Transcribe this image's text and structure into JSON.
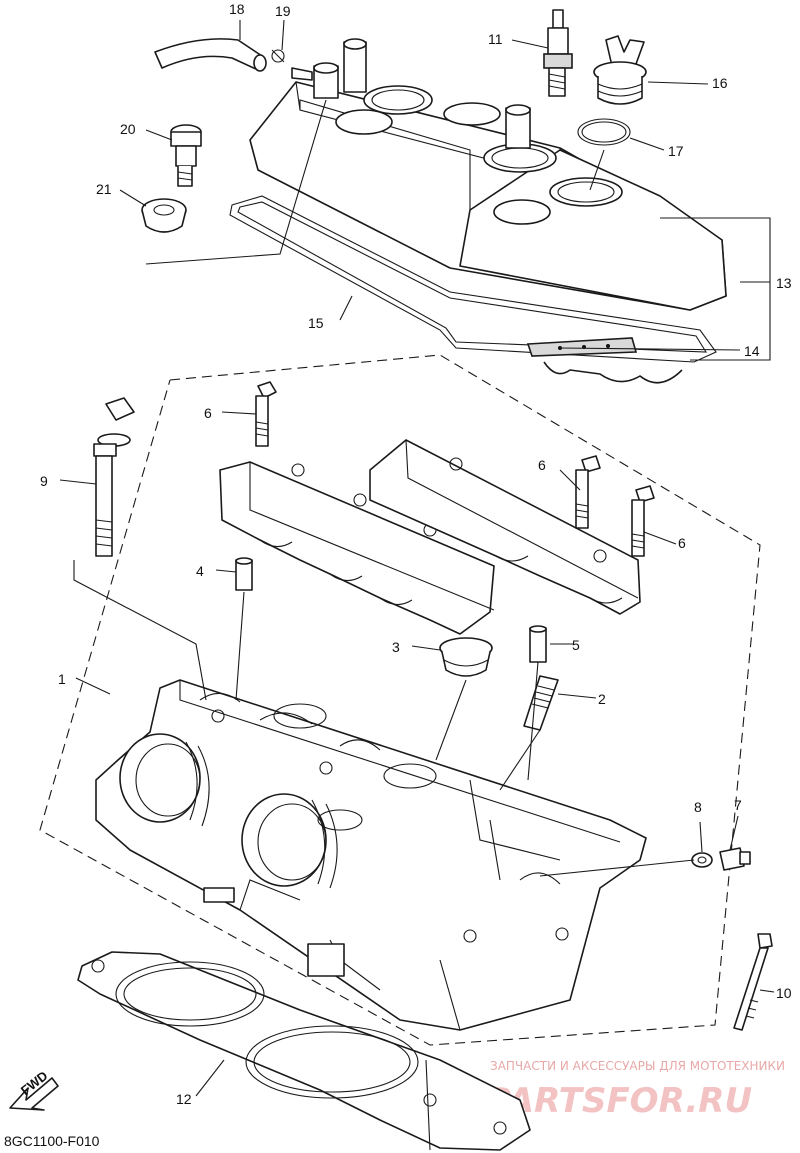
{
  "diagram_code": "8GC1100-F010",
  "fwd_label": "FWD",
  "watermark": {
    "top_line": "ЗАПЧАСТИ И АКСЕССУАРЫ ДЛЯ МОТОТЕХНИКИ",
    "logo": "PARTSFOR.RU"
  },
  "callouts": {
    "c1": "1",
    "c2": "2",
    "c3": "3",
    "c4": "4",
    "c5": "5",
    "c6a": "6",
    "c6b": "6",
    "c6c": "6",
    "c7": "7",
    "c8": "8",
    "c9": "9",
    "c10": "10",
    "c11": "11",
    "c12": "12",
    "c13": "13",
    "c14": "14",
    "c15": "15",
    "c16": "16",
    "c17": "17",
    "c18": "18",
    "c19": "19",
    "c20": "20",
    "c21": "21"
  }
}
